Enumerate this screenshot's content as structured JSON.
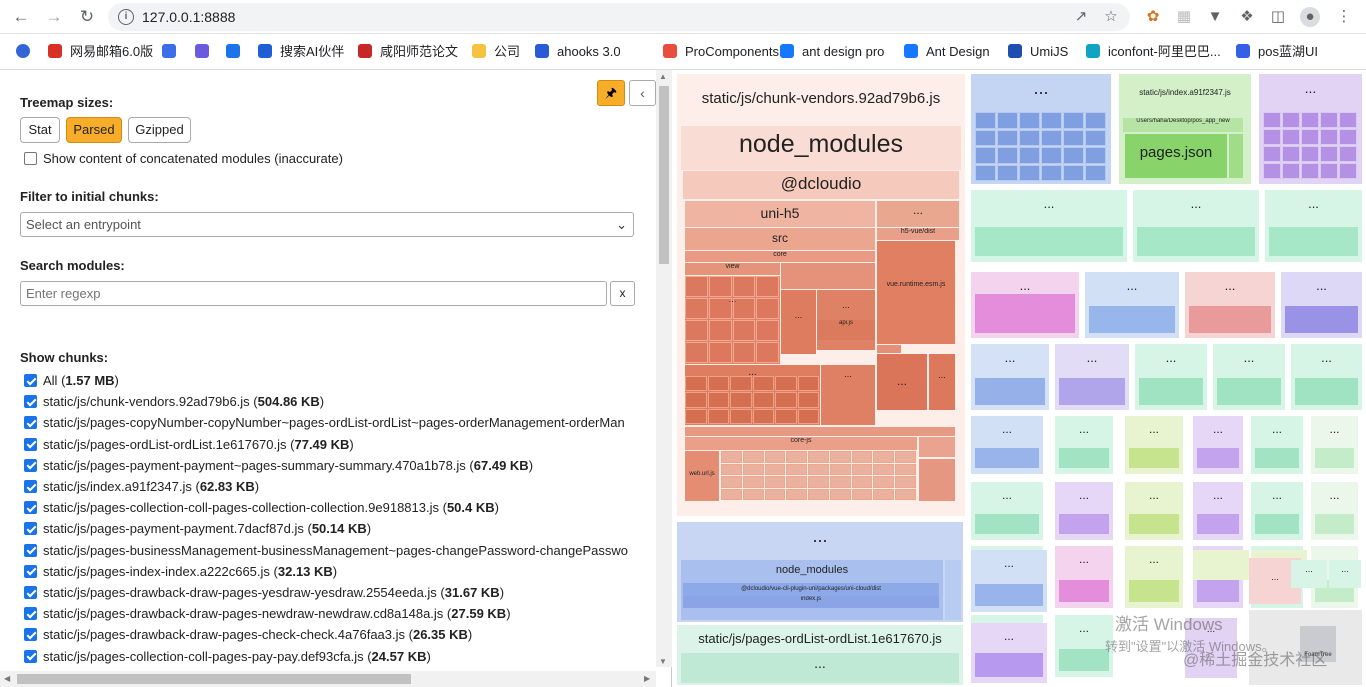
{
  "browser": {
    "url": "127.0.0.1:8888",
    "bookmarks": [
      {
        "label": "网易邮箱6.0版",
        "color": "#d93025"
      },
      {
        "label": "",
        "color": "#3b6ee8"
      },
      {
        "label": "",
        "color": "#6a5ae0"
      },
      {
        "label": "",
        "color": "#1a73e8"
      },
      {
        "label": "搜索AI伙伴",
        "color": "#1f5fd6"
      },
      {
        "label": "咸阳师范论文",
        "color": "#c62828"
      },
      {
        "label": "公司",
        "color": "#f6c242"
      },
      {
        "label": "ahooks 3.0",
        "color": "#2a5bd7"
      },
      {
        "label": "ProComponents...",
        "color": "#e94e3c"
      },
      {
        "label": "ant design pro",
        "color": "#1677ff"
      },
      {
        "label": "Ant Design",
        "color": "#1677ff"
      },
      {
        "label": "UmiJS",
        "color": "#1e4fb0"
      },
      {
        "label": "iconfont-阿里巴巴...",
        "color": "#10a3c4"
      },
      {
        "label": "pos蓝湖UI",
        "color": "#3560e6"
      }
    ]
  },
  "sidebar": {
    "treemap_sizes_label": "Treemap sizes:",
    "size_buttons": [
      "Stat",
      "Parsed",
      "Gzipped"
    ],
    "active_size": "Parsed",
    "concat_label": "Show content of concatenated modules (inaccurate)",
    "filter_label": "Filter to initial chunks:",
    "entry_placeholder": "Select an entrypoint",
    "search_label": "Search modules:",
    "search_placeholder": "Enter regexp",
    "clear_label": "x",
    "show_chunks_label": "Show chunks:",
    "chunks": [
      {
        "name": "All",
        "size": "1.57 MB"
      },
      {
        "name": "static/js/chunk-vendors.92ad79b6.js",
        "size": "504.86 KB"
      },
      {
        "name": "static/js/pages-copyNumber-copyNumber~pages-ordList-ordList~pages-orderManagement-orderMan",
        "size": ""
      },
      {
        "name": "static/js/pages-ordList-ordList.1e617670.js",
        "size": "77.49 KB"
      },
      {
        "name": "static/js/pages-payment-payment~pages-summary-summary.470a1b78.js",
        "size": "67.49 KB"
      },
      {
        "name": "static/js/index.a91f2347.js",
        "size": "62.83 KB"
      },
      {
        "name": "static/js/pages-collection-coll-pages-collection-collection.9e918813.js",
        "size": "50.4 KB"
      },
      {
        "name": "static/js/pages-payment-payment.7dacf87d.js",
        "size": "50.14 KB"
      },
      {
        "name": "static/js/pages-businessManagement-businessManagement~pages-changePassword-changePasswo",
        "size": ""
      },
      {
        "name": "static/js/pages-index-index.a222c665.js",
        "size": "32.13 KB"
      },
      {
        "name": "static/js/pages-drawback-draw-pages-yesdraw-yesdraw.2554eeda.js",
        "size": "31.67 KB"
      },
      {
        "name": "static/js/pages-drawback-draw-pages-newdraw-newdraw.cd8a148a.js",
        "size": "27.59 KB"
      },
      {
        "name": "static/js/pages-drawback-draw-pages-check-check.4a76faa3.js",
        "size": "26.35 KB"
      },
      {
        "name": "static/js/pages-collection-coll-pages-pay-pay.def93cfa.js",
        "size": "24.57 KB"
      }
    ]
  },
  "treemap": {
    "vendors_label": "static/js/chunk-vendors.92ad79b6.js",
    "node_modules": "node_modules",
    "dcloudio": "@dcloudio",
    "uni_h5": "uni-h5",
    "src": "src",
    "core": "core",
    "view": "view",
    "api_js": "api.js",
    "h5_vue_dist": "h5-vue/dist",
    "vue_runtime": "vue.runtime.esm.js",
    "core_js": "core-js",
    "web_url": "web.url.js",
    "ellipsis": "...",
    "index_label": "static/js/index.a91f2347.js",
    "users_path": "Users/haha/Desktop/pos_app_new",
    "pages_json": "pages.json",
    "node_modules_2": "node_modules",
    "plugin_path": "@dcloudio/vue-cli-plugin-uni/packages/uni-cloud/dist",
    "index_js": "index.js",
    "ordlist_label": "static/js/pages-ordList-ordList.1e617670.js",
    "watermark_1": "激活 Windows",
    "watermark_2": "转到\"设置\"以激活 Windows。",
    "watermark_3": "@稀土掘金技术社区",
    "logo_text": "FoamTree"
  }
}
